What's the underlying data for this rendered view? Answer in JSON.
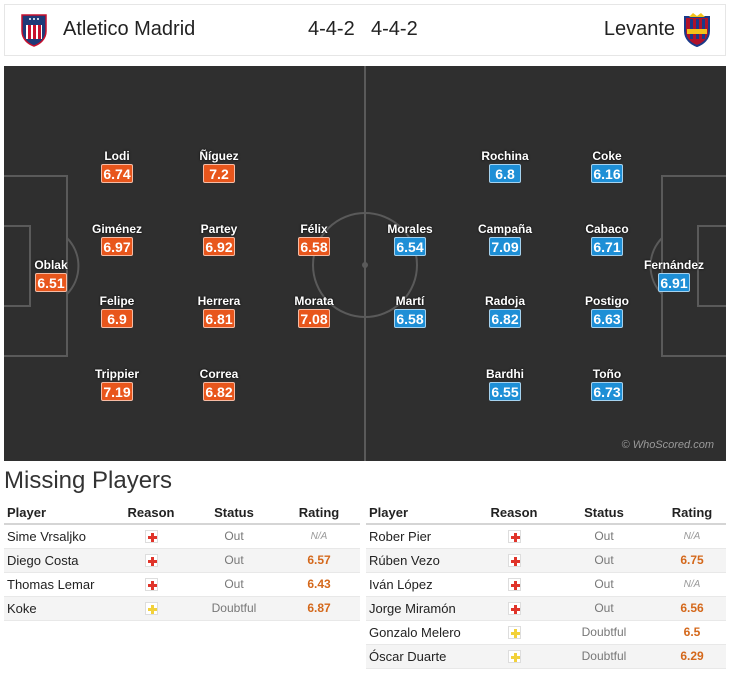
{
  "home": {
    "name": "Atletico Madrid",
    "formation": "4-4-2",
    "crest_icon": "atletico-madrid-crest",
    "players": [
      {
        "name": "Lodi",
        "rating": "6.74"
      },
      {
        "name": "Ñíguez",
        "rating": "7.2"
      },
      {
        "name": "Giménez",
        "rating": "6.97"
      },
      {
        "name": "Partey",
        "rating": "6.92"
      },
      {
        "name": "Félix",
        "rating": "6.58"
      },
      {
        "name": "Oblak",
        "rating": "6.51"
      },
      {
        "name": "Felipe",
        "rating": "6.9"
      },
      {
        "name": "Herrera",
        "rating": "6.81"
      },
      {
        "name": "Morata",
        "rating": "7.08"
      },
      {
        "name": "Trippier",
        "rating": "7.19"
      },
      {
        "name": "Correa",
        "rating": "6.82"
      }
    ]
  },
  "away": {
    "name": "Levante",
    "formation": "4-4-2",
    "crest_icon": "levante-crest",
    "players": [
      {
        "name": "Rochina",
        "rating": "6.8"
      },
      {
        "name": "Coke",
        "rating": "6.16"
      },
      {
        "name": "Morales",
        "rating": "6.54"
      },
      {
        "name": "Campaña",
        "rating": "7.09"
      },
      {
        "name": "Cabaco",
        "rating": "6.71"
      },
      {
        "name": "Fernández",
        "rating": "6.91"
      },
      {
        "name": "Martí",
        "rating": "6.58"
      },
      {
        "name": "Radoja",
        "rating": "6.82"
      },
      {
        "name": "Postigo",
        "rating": "6.63"
      },
      {
        "name": "Bardhi",
        "rating": "6.55"
      },
      {
        "name": "Toño",
        "rating": "6.73"
      }
    ]
  },
  "watermark": "© WhoScored.com",
  "missing": {
    "title": "Missing Players",
    "headers": {
      "player": "Player",
      "reason": "Reason",
      "status": "Status",
      "rating": "Rating"
    },
    "home": [
      {
        "player": "Sime Vrsaljko",
        "reason": "injury",
        "status": "Out",
        "rating": "N/A"
      },
      {
        "player": "Diego Costa",
        "reason": "injury",
        "status": "Out",
        "rating": "6.57"
      },
      {
        "player": "Thomas Lemar",
        "reason": "injury",
        "status": "Out",
        "rating": "6.43"
      },
      {
        "player": "Koke",
        "reason": "doubtful",
        "status": "Doubtful",
        "rating": "6.87"
      }
    ],
    "away": [
      {
        "player": "Rober Pier",
        "reason": "injury",
        "status": "Out",
        "rating": "N/A"
      },
      {
        "player": "Rúben Vezo",
        "reason": "injury",
        "status": "Out",
        "rating": "6.75"
      },
      {
        "player": "Iván López",
        "reason": "injury",
        "status": "Out",
        "rating": "N/A"
      },
      {
        "player": "Jorge Miramón",
        "reason": "injury",
        "status": "Out",
        "rating": "6.56"
      },
      {
        "player": "Gonzalo Melero",
        "reason": "doubtful",
        "status": "Doubtful",
        "rating": "6.5"
      },
      {
        "player": "Óscar Duarte",
        "reason": "doubtful",
        "status": "Doubtful",
        "rating": "6.29"
      }
    ]
  },
  "colors": {
    "home_rating": "#e8561c",
    "away_rating": "#1e8fd6",
    "injury_icon": "#e0342a",
    "doubtful_icon": "#f2d13a",
    "pitch": "#2f2f2f"
  }
}
